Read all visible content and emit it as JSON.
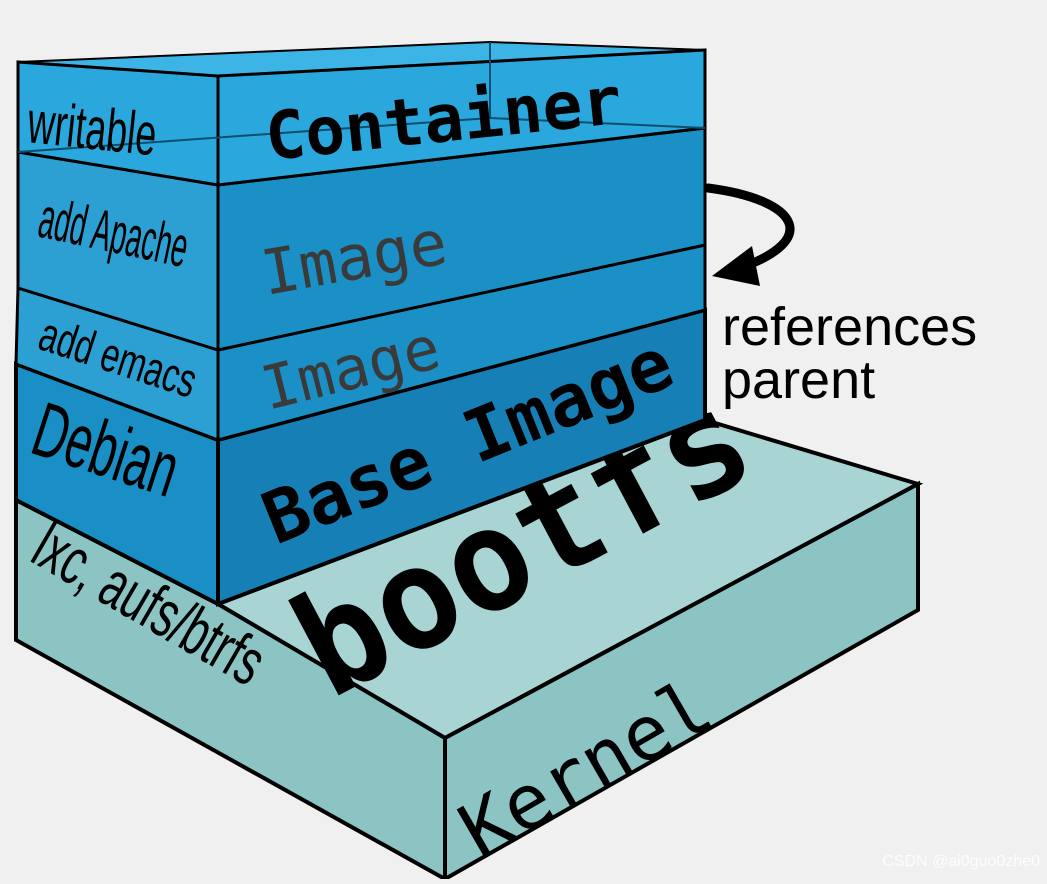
{
  "colors": {
    "background": "#f0f0f0",
    "container_layer": "#2aa7dc",
    "container_top": "#3cb5e6",
    "image_layer": "#1a90c7",
    "image_side": "#2c9fd3",
    "base_layer": "#167fb5",
    "kernel_layer": "#8cc4c4",
    "kernel_top": "#a8d4d4",
    "outline": "#000000"
  },
  "layers": {
    "container": {
      "side_label": "writable",
      "front_label": "Container"
    },
    "image_apache": {
      "side_label": "add Apache",
      "front_label": "Image"
    },
    "image_emacs": {
      "side_label": "add emacs",
      "front_label": "Image"
    },
    "base": {
      "side_label": "Debian",
      "front_label": "Base Image"
    },
    "kernel": {
      "side_label": "lxc, aufs/btrfs",
      "top_label": "bootfs",
      "front_label": "Kernel"
    }
  },
  "annotation": {
    "line1": "references",
    "line2": "parent",
    "arrow_icon": "curved-arrow-icon"
  },
  "watermark": "CSDN @ai0guo0zhe0"
}
